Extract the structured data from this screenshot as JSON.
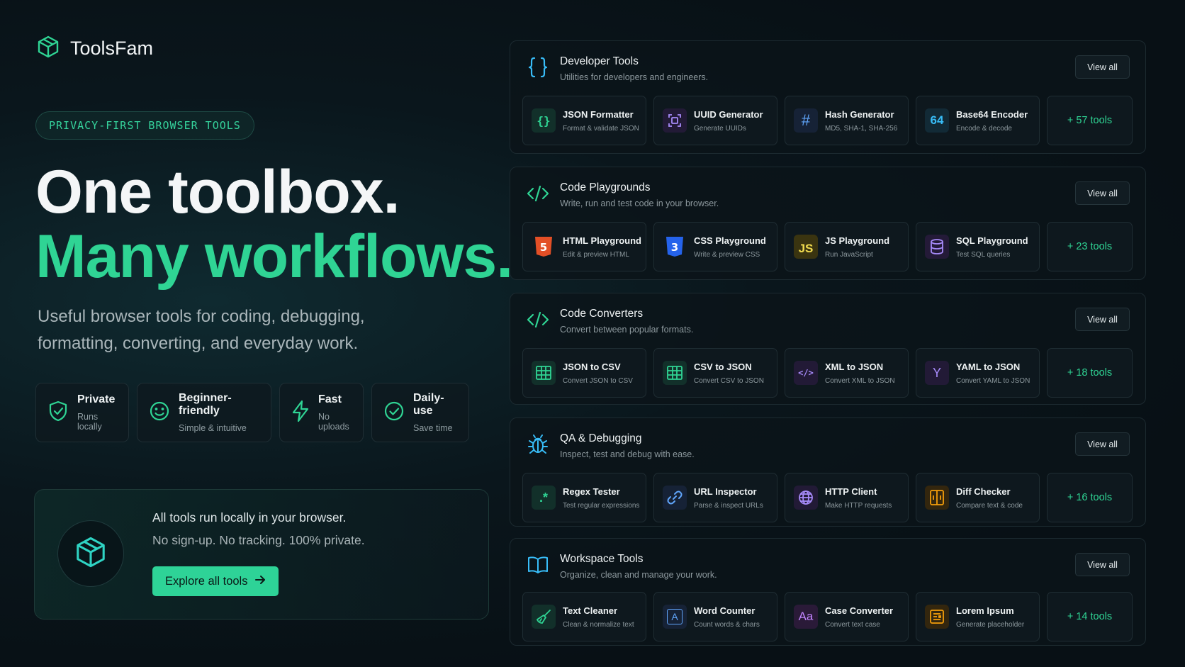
{
  "brand": {
    "name": "ToolsFam",
    "accent": "#2fd494"
  },
  "hero": {
    "badge": "PRIVACY-FIRST BROWSER TOOLS",
    "line1": "One toolbox.",
    "line2": "Many workflows.",
    "subtitle": "Useful browser tools for coding, debugging, formatting, converting, and everyday work."
  },
  "features": [
    {
      "title": "Private",
      "sub": "Runs locally",
      "icon": "shield-check-icon"
    },
    {
      "title": "Beginner-friendly",
      "sub": "Simple & intuitive",
      "icon": "smile-icon"
    },
    {
      "title": "Fast",
      "sub": "No uploads",
      "icon": "bolt-icon"
    },
    {
      "title": "Daily-use",
      "sub": "Save time",
      "icon": "check-circle-icon"
    }
  ],
  "promo": {
    "line1": "All tools run locally in your browser.",
    "line2": "No sign-up. No tracking. 100% private.",
    "button": "Explore all tools"
  },
  "view_all_label": "View all",
  "categories": [
    {
      "title": "Developer Tools",
      "desc": "Utilities for developers and engineers.",
      "icon": "braces-icon",
      "more": "+ 57 tools",
      "tools": [
        {
          "name": "JSON Formatter",
          "desc": "Format & validate JSON",
          "icon": "braces-icon",
          "glyph": "{}",
          "color": "#2fd494"
        },
        {
          "name": "UUID Generator",
          "desc": "Generate UUIDs",
          "icon": "uuid-icon",
          "glyph": "",
          "color": "#a78bfa"
        },
        {
          "name": "Hash Generator",
          "desc": "MD5, SHA-1, SHA-256",
          "icon": "hash-icon",
          "glyph": "#",
          "color": "#60a5fa"
        },
        {
          "name": "Base64 Encoder",
          "desc": "Encode & decode",
          "icon": "base64-icon",
          "glyph": "64",
          "color": "#38bdf8"
        }
      ]
    },
    {
      "title": "Code Playgrounds",
      "desc": "Write, run and test code in your browser.",
      "icon": "code-icon",
      "more": "+ 23 tools",
      "tools": [
        {
          "name": "HTML Playground",
          "desc": "Edit & preview HTML",
          "icon": "html5-icon",
          "glyph": "5",
          "color": "#f2672a"
        },
        {
          "name": "CSS Playground",
          "desc": "Write & preview CSS",
          "icon": "css3-icon",
          "glyph": "3",
          "color": "#3b82f6"
        },
        {
          "name": "JS Playground",
          "desc": "Run JavaScript",
          "icon": "js-icon",
          "glyph": "JS",
          "color": "#f0db4f"
        },
        {
          "name": "SQL Playground",
          "desc": "Test SQL queries",
          "icon": "database-icon",
          "glyph": "",
          "color": "#a78bfa"
        }
      ]
    },
    {
      "title": "Code Converters",
      "desc": "Convert between popular formats.",
      "icon": "code-icon",
      "more": "+ 18 tools",
      "tools": [
        {
          "name": "JSON to CSV",
          "desc": "Convert JSON to CSV",
          "icon": "table-icon",
          "glyph": "",
          "color": "#2fd494"
        },
        {
          "name": "CSV to JSON",
          "desc": "Convert CSV to JSON",
          "icon": "table-icon",
          "glyph": "",
          "color": "#2fd494"
        },
        {
          "name": "XML to JSON",
          "desc": "Convert XML to JSON",
          "icon": "code-icon",
          "glyph": "</>",
          "color": "#a78bfa"
        },
        {
          "name": "YAML to JSON",
          "desc": "Convert YAML to JSON",
          "icon": "yaml-icon",
          "glyph": "Y",
          "color": "#a78bfa"
        }
      ]
    },
    {
      "title": "QA & Debugging",
      "desc": "Inspect, test and debug with ease.",
      "icon": "bug-icon",
      "more": "+ 16 tools",
      "tools": [
        {
          "name": "Regex Tester",
          "desc": "Test regular expressions",
          "icon": "regex-icon",
          "glyph": ".*",
          "color": "#2fd494"
        },
        {
          "name": "URL Inspector",
          "desc": "Parse & inspect URLs",
          "icon": "link-icon",
          "glyph": "",
          "color": "#60a5fa"
        },
        {
          "name": "HTTP Client",
          "desc": "Make HTTP requests",
          "icon": "globe-icon",
          "glyph": "",
          "color": "#a78bfa"
        },
        {
          "name": "Diff Checker",
          "desc": "Compare text & code",
          "icon": "diff-icon",
          "glyph": "",
          "color": "#f59e0b"
        }
      ]
    },
    {
      "title": "Workspace Tools",
      "desc": "Organize, clean and manage your work.",
      "icon": "book-icon",
      "more": "+ 14 tools",
      "tools": [
        {
          "name": "Text Cleaner",
          "desc": "Clean & normalize text",
          "icon": "broom-icon",
          "glyph": "",
          "color": "#2fd494"
        },
        {
          "name": "Word Counter",
          "desc": "Count words & chars",
          "icon": "letter-a-icon",
          "glyph": "A",
          "color": "#60a5fa"
        },
        {
          "name": "Case Converter",
          "desc": "Convert text case",
          "icon": "case-icon",
          "glyph": "Aa",
          "color": "#c084fc"
        },
        {
          "name": "Lorem Ipsum",
          "desc": "Generate placeholder",
          "icon": "document-icon",
          "glyph": "",
          "color": "#f59e0b"
        }
      ]
    }
  ]
}
